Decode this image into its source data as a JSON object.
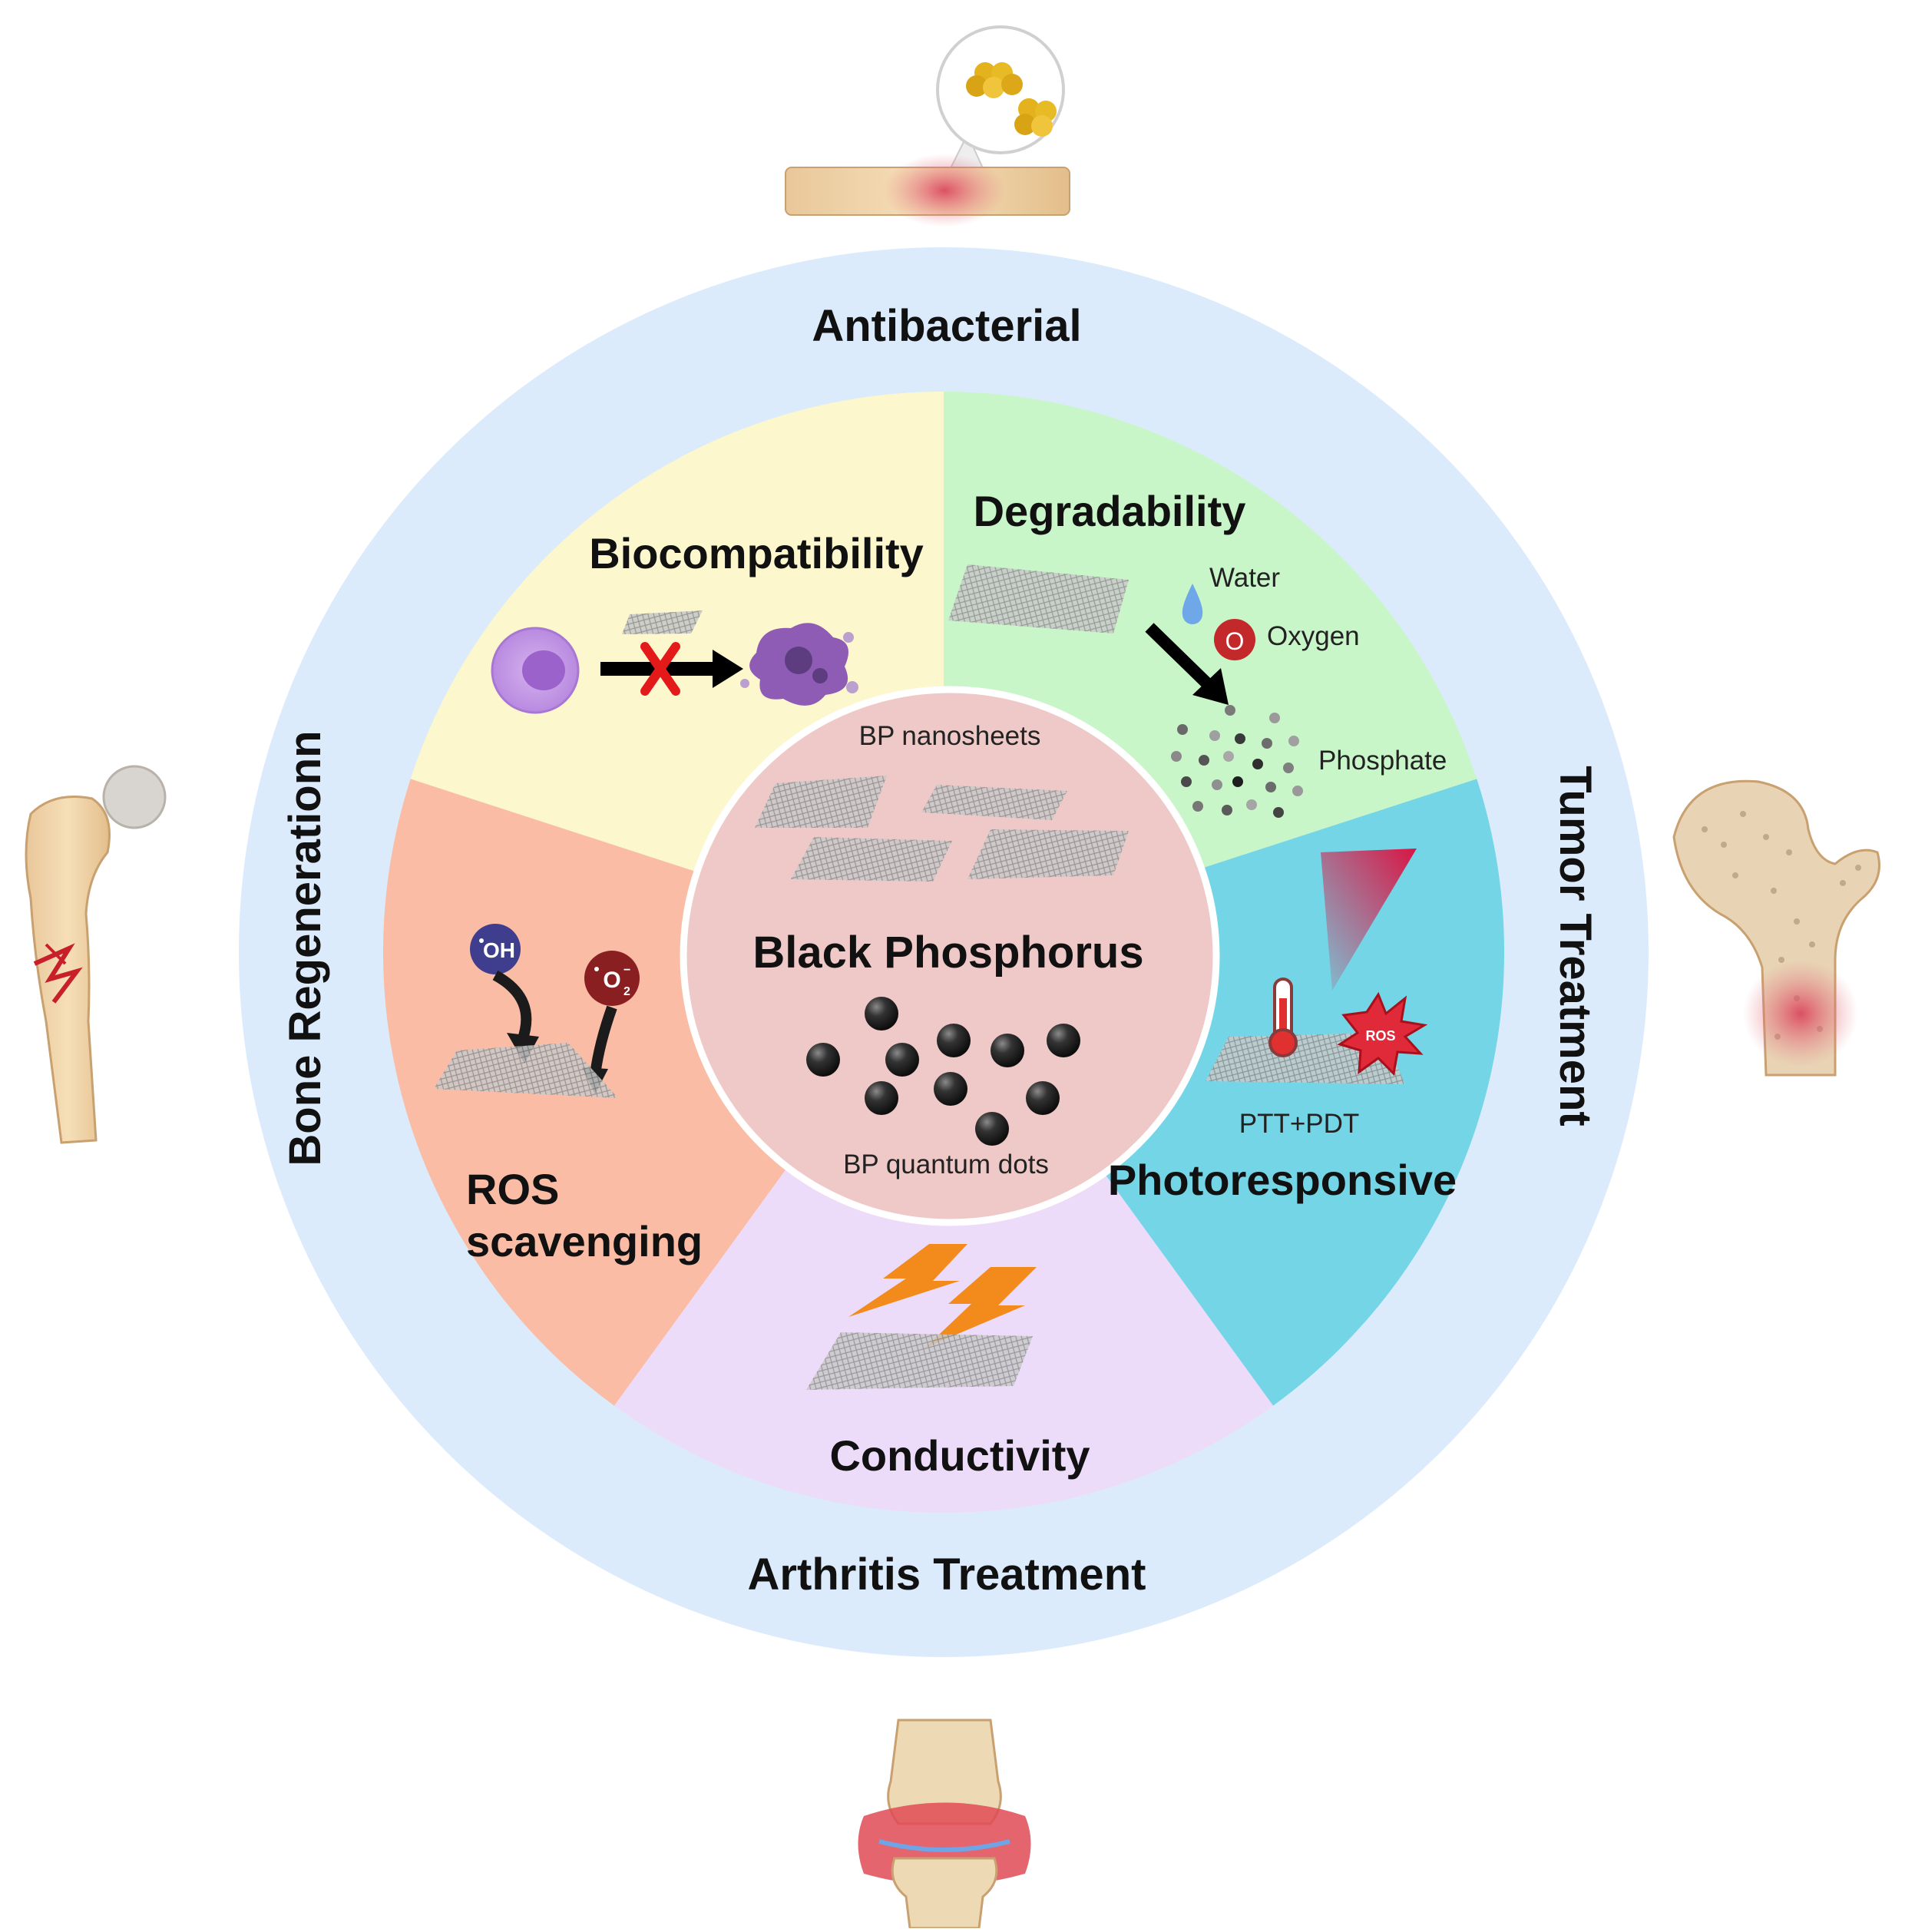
{
  "outer_ring": {
    "top": "Antibacterial",
    "right": "Tumor Treatment",
    "bottom": "Arthritis  Treatment",
    "left": "Bone Regenerationn"
  },
  "segments": {
    "biocompatibility": "Biocompatibility",
    "degradability": "Degradability",
    "photoresponsive": "Photoresponsive",
    "conductivity": "Conductivity",
    "ros_line1": "ROS",
    "ros_line2": "scavenging"
  },
  "degradability_labels": {
    "water": "Water",
    "oxygen": "Oxygen",
    "oxygen_symbol": "O",
    "phosphate": "Phosphate"
  },
  "photo_labels": {
    "ros_badge": "ROS",
    "ptt_pdt": "PTT+PDT"
  },
  "ros_labels": {
    "oh": "OH",
    "o2": "O"
  },
  "center": {
    "title": "Black Phosphorus",
    "top_caption": "BP nanosheets",
    "bottom_caption": "BP quantum dots"
  },
  "colors": {
    "ring": "#dcebfb",
    "biocompatibility": "#fcf7cd",
    "degradability": "#c9f6c9",
    "photoresponsive": "#73d5e6",
    "conductivity": "#eddbfa",
    "ros": "#fbbca5",
    "center": "#efc9c7"
  }
}
